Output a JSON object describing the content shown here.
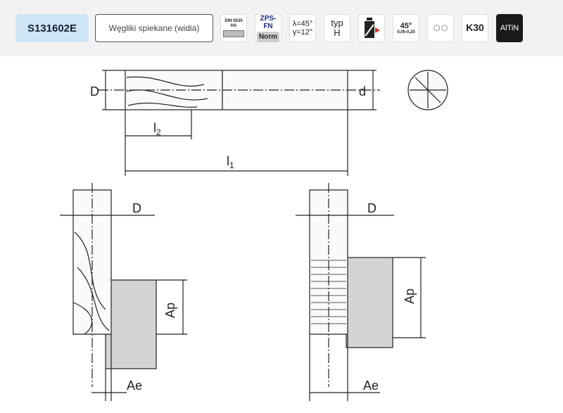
{
  "header": {
    "code": "S131602E",
    "material": "Węgliki spiekane (widia)",
    "din": {
      "line1": "DIN 6535",
      "line2": "HA"
    },
    "zps": {
      "top": "ZPS-FN",
      "bottom": "Norm"
    },
    "angles": {
      "lambda": "λ=45°",
      "gamma": "γ=12°"
    },
    "type": {
      "label": "typ",
      "value": "H"
    },
    "chamfer": {
      "angle": "45°",
      "range": "0,05-0,20"
    },
    "grade": "K30",
    "coating": "AlTiN"
  },
  "drawing": {
    "D": "D",
    "d": "d",
    "l2": "l",
    "l2_sub": "2",
    "l1": "l",
    "l1_sub": "1",
    "left": {
      "D": "D",
      "Ap": "Ap",
      "Ae": "Ae"
    },
    "right": {
      "D": "D",
      "Ap": "Ap",
      "Ae": "Ae"
    }
  },
  "colors": {
    "code_bg": "#cfe6f7",
    "coating_bg": "#1a1a1a",
    "zps_blue": "#1a2a8a"
  }
}
